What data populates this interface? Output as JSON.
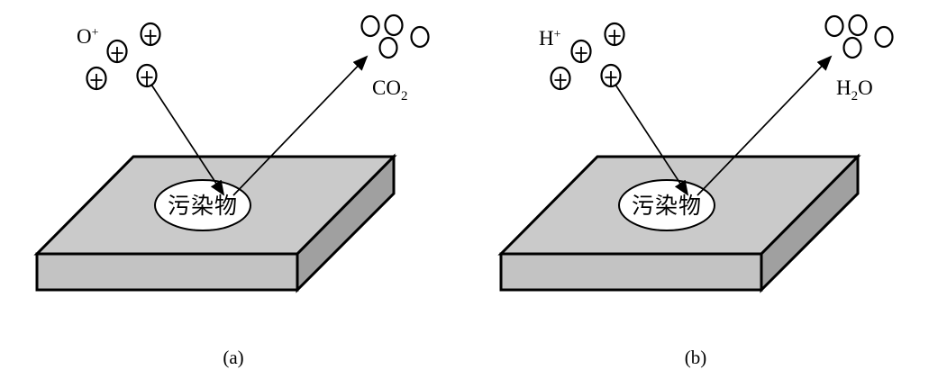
{
  "title": "photocatalytic-degradation-diagram",
  "colors": {
    "background": "#ffffff",
    "outline": "#000000",
    "slab_top": "#cacaca",
    "slab_front": "#c3c3c3",
    "slab_side": "#a0a0a0",
    "spot_fill": "#ffffff"
  },
  "panels": [
    {
      "caption": "(a)",
      "reactant_ion": {
        "pre": "O",
        "sup": "+"
      },
      "product_molecule": {
        "pre": "CO",
        "sub": "2",
        "post": ""
      },
      "surface_spot_label": "污染物"
    },
    {
      "caption": "(b)",
      "reactant_ion": {
        "pre": "H",
        "sup": "+"
      },
      "product_molecule": {
        "pre": "H",
        "sub": "2",
        "post": "O"
      },
      "surface_spot_label": "污染物"
    }
  ]
}
